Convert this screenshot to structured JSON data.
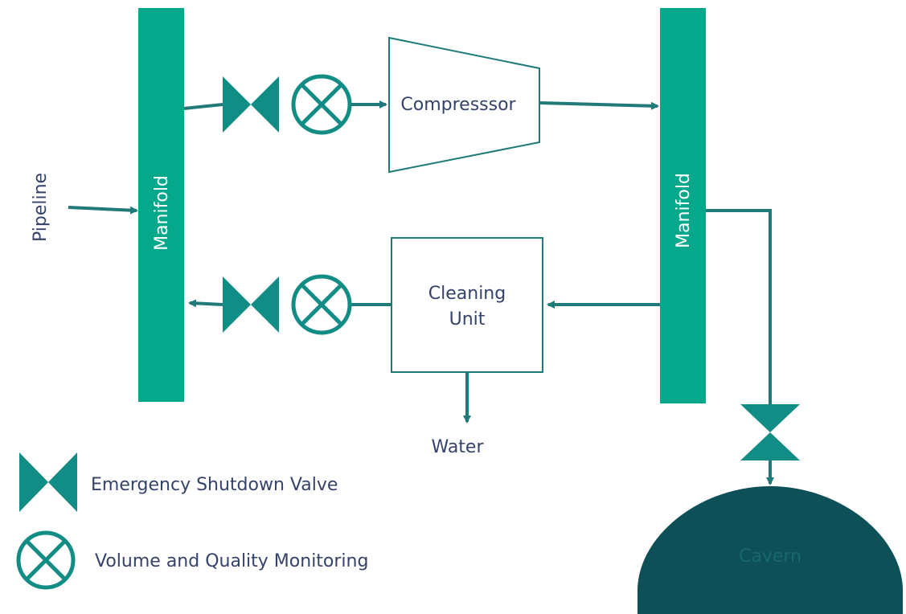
{
  "diagram": {
    "labels": {
      "pipeline": "Pipeline",
      "manifold_left": "Manifold",
      "manifold_right": "Manifold",
      "compressor": "Compresssor",
      "cleaning_unit_line1": "Cleaning",
      "cleaning_unit_line2": "Unit",
      "water": "Water",
      "cavern": "Cavern"
    },
    "legend": {
      "valve_label": "Emergency Shutdown Valve",
      "monitor_label": "Volume and Quality Monitoring"
    },
    "icons": {
      "valve": "bowtie-valve-icon",
      "monitor": "circle-x-monitor-icon"
    },
    "colors": {
      "manifold": "#06a88b",
      "pipe": "#1f7a78",
      "valve": "#128d85",
      "cavern": "#0d5058",
      "cavern_label": "#19676f",
      "text": "#35436a"
    }
  }
}
